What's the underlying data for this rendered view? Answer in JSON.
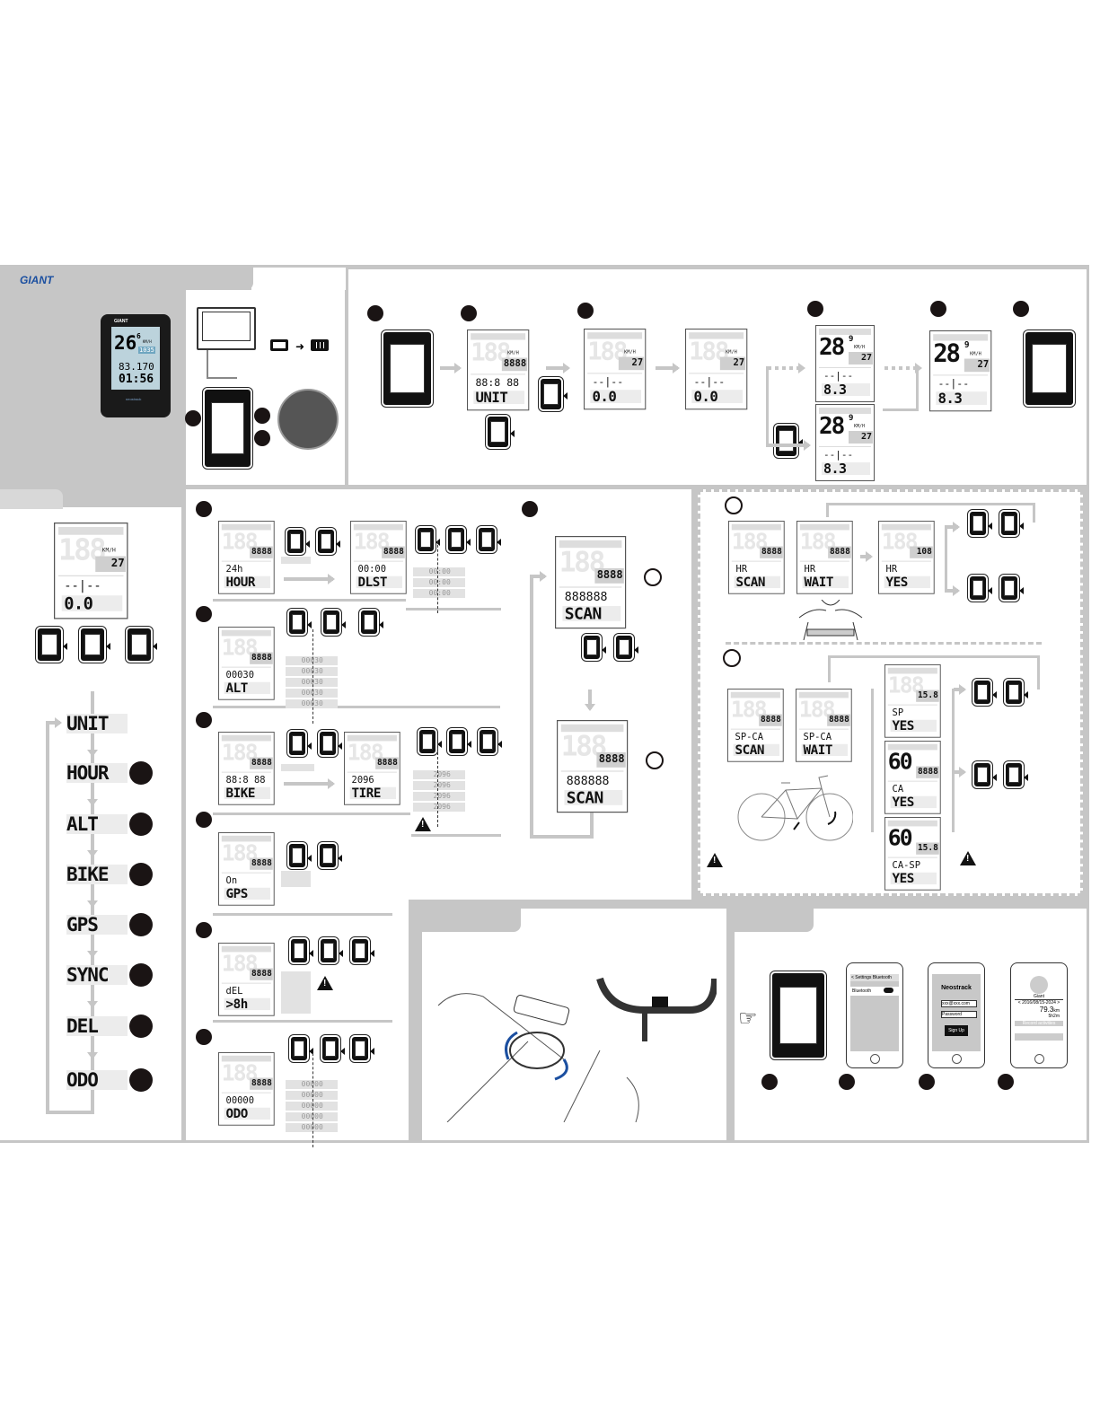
{
  "brand": {
    "logo": "GIANT",
    "accent": "#1b4fa0"
  },
  "hero_device": {
    "brand": "GIANT",
    "speed": "26",
    "speed_decimal": "6",
    "unit": "KM/H",
    "altitude": "1035",
    "distance": "83.170",
    "time": "01:56",
    "model": "neostrack"
  },
  "setup_flow": {
    "unit_screen": {
      "big": "188",
      "sub": "88:8 88",
      "main": "UNIT",
      "unit": "KM/H",
      "gb": "8888"
    },
    "search_screen": {
      "big": "188",
      "sub": "--|--",
      "main": "0.0",
      "unit": "KM/H",
      "gb": "27"
    },
    "search_screen2": {
      "big": "188",
      "sub": "--|--",
      "main": "0.0",
      "unit": "KM/H",
      "gb": "27"
    },
    "found_screen": {
      "big": "28",
      "dec": "9",
      "sub": "--|--",
      "main": "8.3",
      "unit": "KM/H",
      "gb": "27"
    },
    "found_screen2": {
      "big": "28",
      "dec": "9",
      "sub": "--|--",
      "main": "8.3",
      "unit": "KM/H",
      "gb": "27"
    },
    "final_screen": {
      "big": "28",
      "dec": "9",
      "sub": "--|--",
      "main": "8.3",
      "unit": "KM/H",
      "gb": "27"
    }
  },
  "home_screen": {
    "big": "188",
    "sub": "--|--",
    "main": "0.0",
    "unit": "KM/H",
    "gb": "27"
  },
  "menu": [
    "UNIT",
    "HOUR",
    "ALT",
    "BIKE",
    "GPS",
    "SYNC",
    "DEL",
    "ODO"
  ],
  "settings": {
    "hour": {
      "big": "188",
      "sub": "24h",
      "main": "HOUR",
      "gb": "8888"
    },
    "dlst": {
      "big": "188",
      "sub": "00:00",
      "main": "DLST",
      "gb": "8888",
      "digits": [
        "00:00",
        "00:00",
        "00:00"
      ]
    },
    "alt": {
      "big": "188",
      "sub": "00030",
      "main": "ALT",
      "gb": "8888",
      "digits": [
        "00030",
        "00030",
        "00030",
        "00030",
        "00030"
      ]
    },
    "bike": {
      "big": "188",
      "sub": "88:8 88",
      "main": "BIKE",
      "gb": "8888"
    },
    "tire": {
      "big": "188",
      "sub": "2096",
      "main": "TIRE",
      "gb": "8888",
      "digits": [
        "2096",
        "2096",
        "2096",
        "2096"
      ]
    },
    "gps": {
      "big": "188",
      "sub": "On",
      "main": "GPS",
      "gb": "8888"
    },
    "del": {
      "big": "188",
      "sub": "dEL",
      "main": ">8h",
      "gb": "8888"
    },
    "odo": {
      "big": "188",
      "sub": "00000",
      "main": "ODO",
      "gb": "8888",
      "digits": [
        "00000",
        "00000",
        "00000",
        "00000",
        "00000"
      ]
    }
  },
  "sync": {
    "scan1": {
      "big": "188",
      "sub": "888888",
      "main": "SCAN",
      "gb": "8888"
    },
    "scan2": {
      "big": "188",
      "sub": "888888",
      "main": "SCAN",
      "gb": "8888"
    }
  },
  "sensors": {
    "hr": [
      {
        "big": "188",
        "sub": "HR",
        "main": "SCAN",
        "gb": "8888"
      },
      {
        "big": "188",
        "sub": "HR",
        "main": "WAIT",
        "gb": "8888"
      },
      {
        "big": "188",
        "sub": "HR",
        "main": "YES",
        "gb": "108"
      }
    ],
    "spca": [
      {
        "big": "188",
        "sub": "SP-CA",
        "main": "SCAN",
        "gb": "8888"
      },
      {
        "big": "188",
        "sub": "SP-CA",
        "main": "WAIT",
        "gb": "8888"
      },
      {
        "big": "188",
        "sub": "SP",
        "main": "YES",
        "gb": "15.8"
      },
      {
        "big": "60",
        "sub": "CA",
        "main": "YES",
        "gb": "8888"
      },
      {
        "big": "60",
        "sub": "CA-SP",
        "main": "YES",
        "gb": "15.8"
      }
    ]
  },
  "app": {
    "settings_back": "< Settings",
    "bluetooth_title": "Bluetooth",
    "bluetooth_label": "Bluetooth",
    "app_title": "Neostrack",
    "email": "xxx@xxx.com",
    "password": "Password",
    "signup": "Sign Up",
    "profile_name": "Giant",
    "date": "< 2016/08/15-2024 >",
    "distance": "79.3",
    "distance_unit": "km",
    "duration": "5h2m",
    "record": "Record activities"
  }
}
